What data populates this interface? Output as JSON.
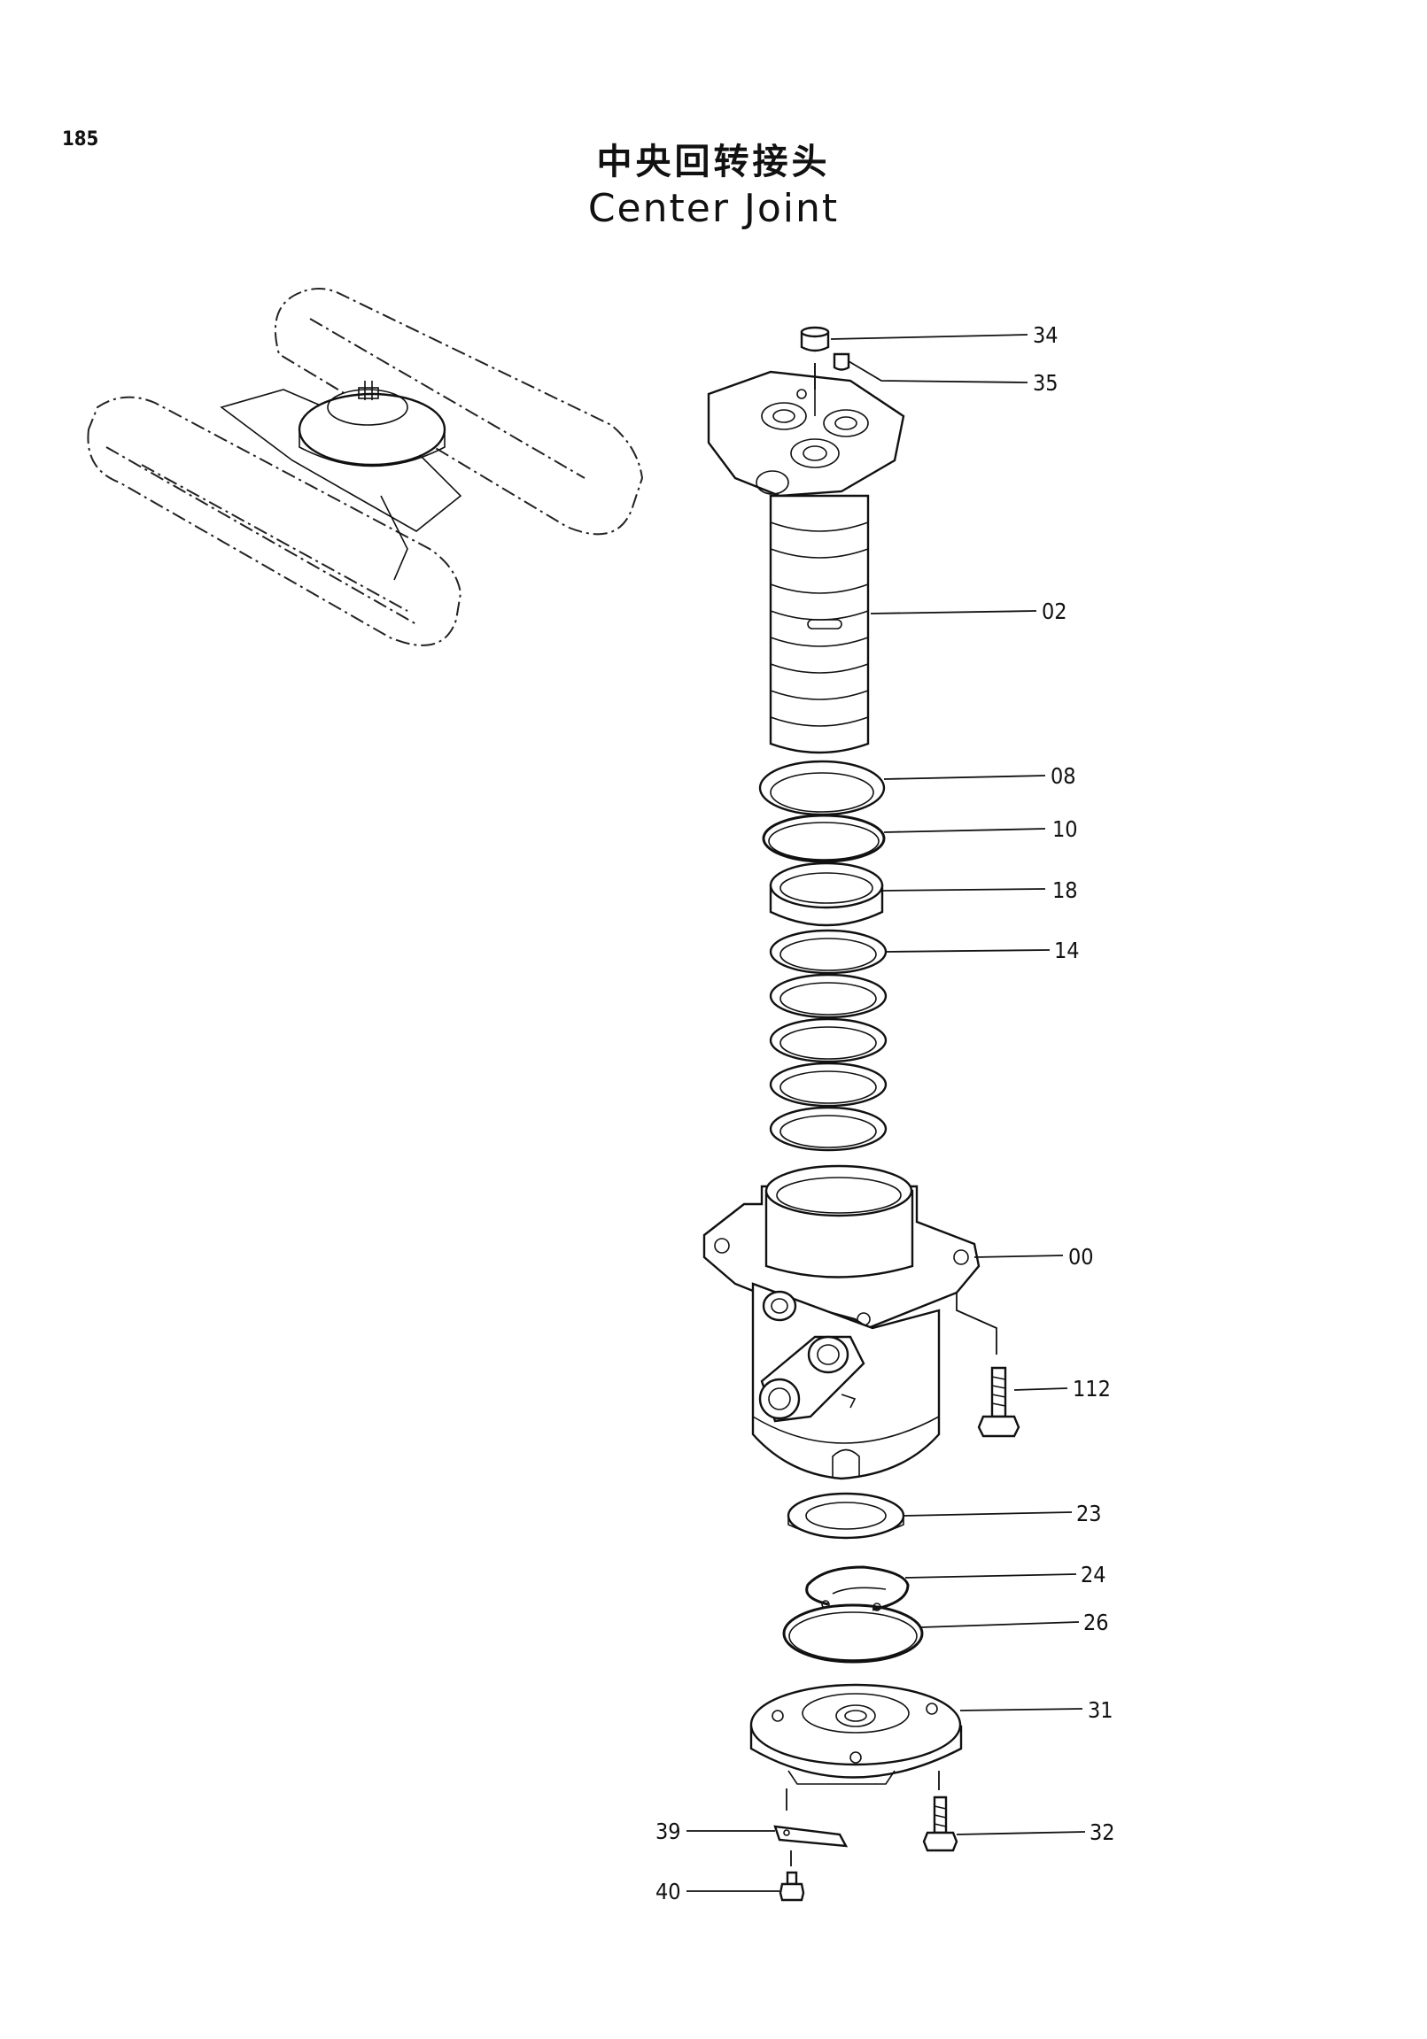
{
  "page": {
    "number": "185"
  },
  "title": {
    "chinese": "中央回转接头",
    "english": "Center Joint"
  },
  "parts": [
    {
      "id": "34",
      "label": "34"
    },
    {
      "id": "35",
      "label": "35"
    },
    {
      "id": "02",
      "label": "02"
    },
    {
      "id": "08",
      "label": "08"
    },
    {
      "id": "10",
      "label": "10"
    },
    {
      "id": "18",
      "label": "18"
    },
    {
      "id": "14",
      "label": "14"
    },
    {
      "id": "00",
      "label": "00"
    },
    {
      "id": "112",
      "label": "112"
    },
    {
      "id": "23",
      "label": "23"
    },
    {
      "id": "24",
      "label": "24"
    },
    {
      "id": "26",
      "label": "26"
    },
    {
      "id": "31",
      "label": "31"
    },
    {
      "id": "32",
      "label": "32"
    },
    {
      "id": "39",
      "label": "39"
    },
    {
      "id": "40",
      "label": "40"
    }
  ]
}
